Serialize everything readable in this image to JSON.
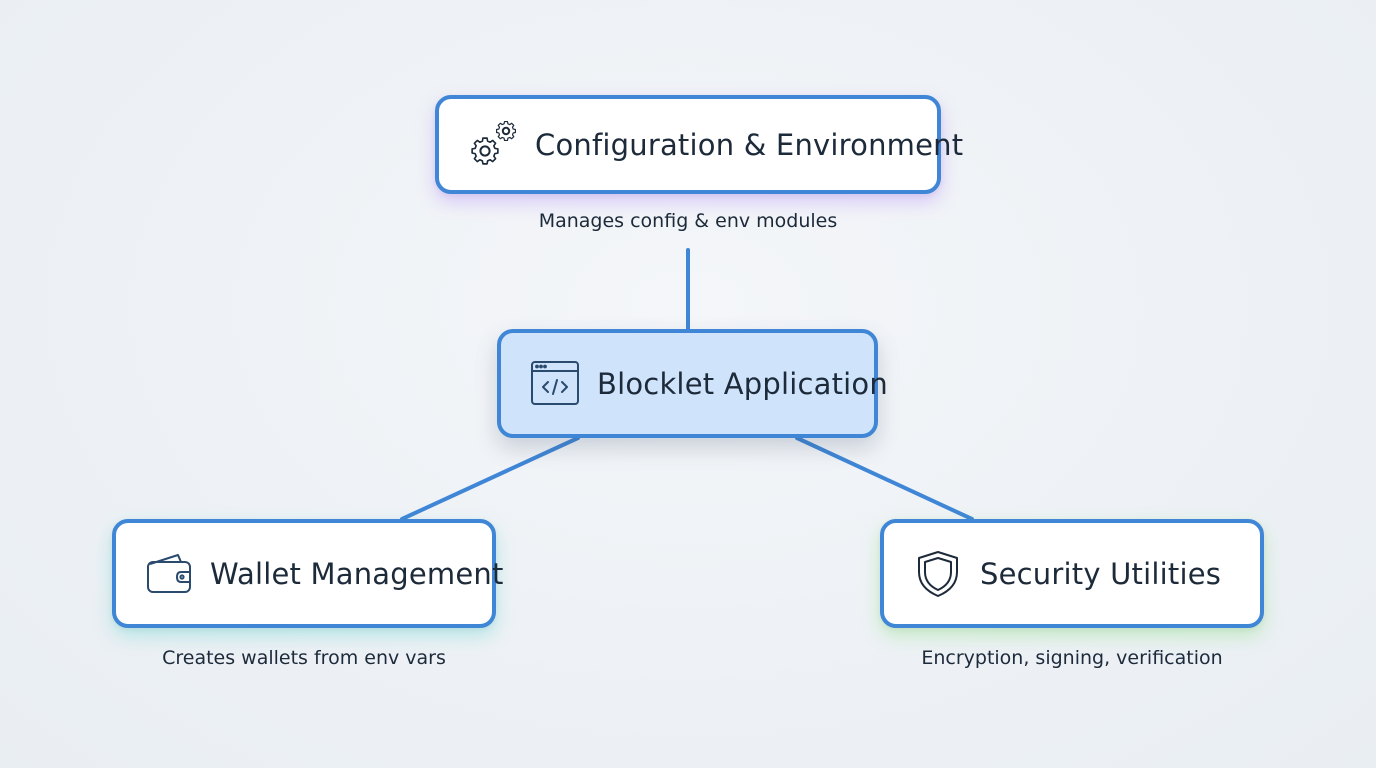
{
  "nodes": {
    "config": {
      "label": "Configuration & Environment",
      "caption": "Manages config & env modules",
      "icon": "gears-icon"
    },
    "blocklet": {
      "label": "Blocklet Application",
      "icon": "code-window-icon"
    },
    "wallet": {
      "label": "Wallet Management",
      "caption": "Creates wallets from env vars",
      "icon": "wallet-icon"
    },
    "security": {
      "label": "Security Utilities",
      "caption": "Encryption, signing, verification",
      "icon": "shield-icon"
    }
  },
  "colors": {
    "border": "#3f86d6",
    "connector": "#3f86d6",
    "center_fill": "#cfe3fa",
    "node_fill": "#ffffff",
    "background": "#eef2f6"
  }
}
